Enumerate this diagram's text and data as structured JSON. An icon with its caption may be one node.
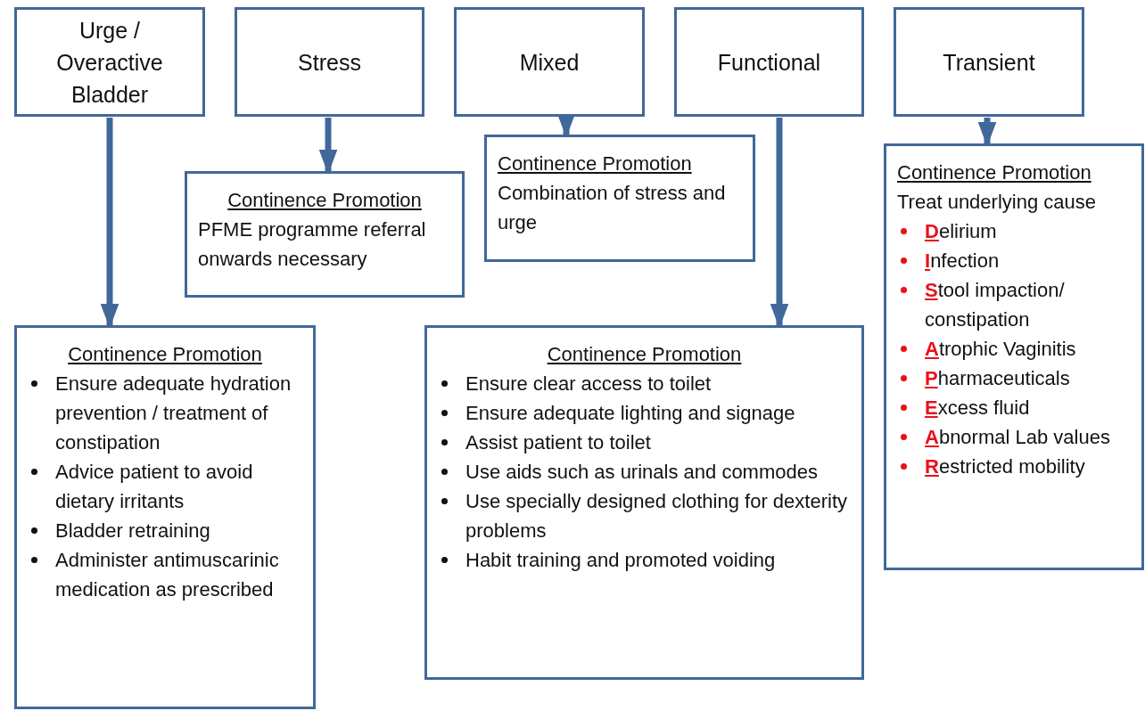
{
  "diagram": {
    "nodes": [
      {
        "text": [
          "Urge / Overactive Bladder"
        ]
      },
      {
        "text": [
          "Stress"
        ]
      },
      {
        "text": [
          "Mixed"
        ]
      },
      {
        "text": [
          "Functional"
        ]
      },
      {
        "text": [
          "Transient"
        ]
      },
      {
        "text": [
          "Continence Promotion",
          "PFME programme referral onwards necessary"
        ]
      },
      {
        "text": [
          "Continence Promotion",
          "Combination of stress and urge"
        ]
      },
      {
        "text": [
          "Continence Promotion",
          "Treat underlying cause",
          "**D**elirium",
          "**I**nfection",
          "**S**tool impaction/ constipation",
          "**A**trophic Vaginitis",
          "**P**harmaceuticals",
          "**E**xcess fluid",
          "**A**bnormal Lab values",
          "**R**estricted mobility"
        ]
      },
      {
        "text": [
          "Continence Promotion",
          "Ensure adequate hydration prevention / treatment of constipation",
          "Advice patient to avoid dietary irritants",
          "Bladder retraining",
          "Administer antimuscarinic medication as prescribed"
        ]
      },
      {
        "text": [
          "Continence Promotion",
          "Ensure clear access to toilet",
          "Ensure adequate lighting and signage",
          "Assist patient to toilet",
          "Use aids such as urinals and commodes",
          "Use specially designed clothing for dexterity problems",
          "Habit training and promoted voiding"
        ]
      }
    ],
    "edges": [
      {
        "from": 0,
        "to": 8,
        "arrow": "to"
      },
      {
        "from": 1,
        "to": 5,
        "arrow": "to"
      },
      {
        "from": 2,
        "to": 6,
        "arrow": "to"
      },
      {
        "from": 3,
        "to": 9,
        "arrow": "to"
      },
      {
        "from": 4,
        "to": 7,
        "arrow": "to"
      }
    ]
  }
}
